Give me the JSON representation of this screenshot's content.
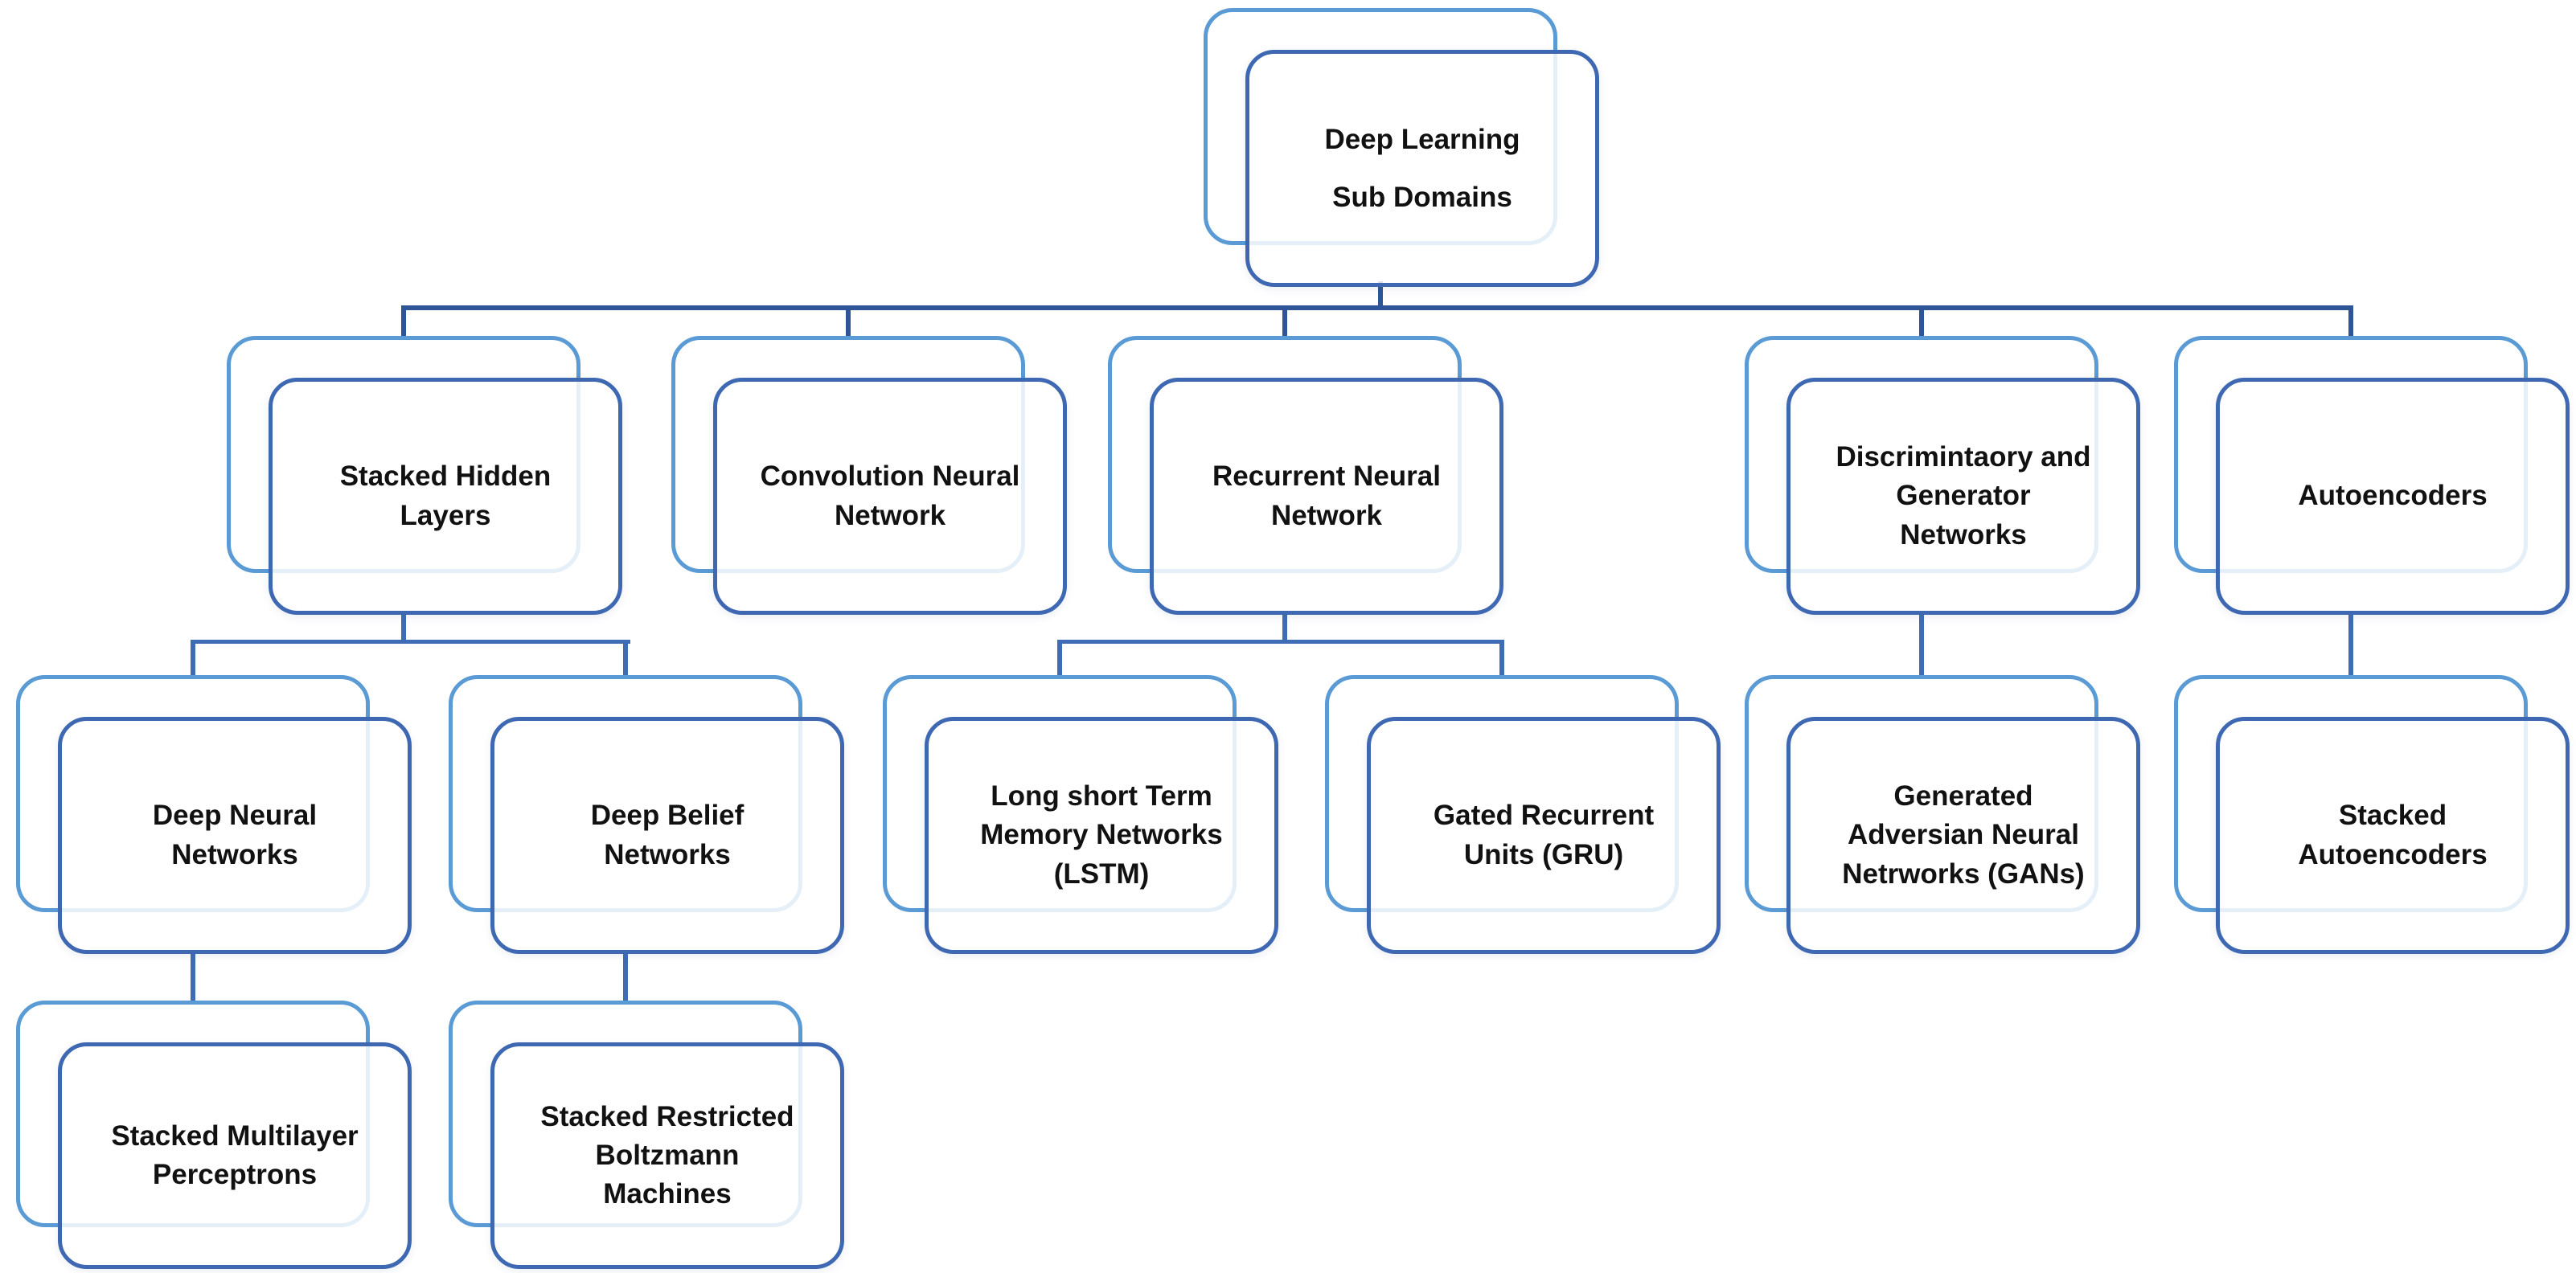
{
  "diagram": {
    "title": "Deep Learning Sub Domains",
    "type": "hierarchy-tree",
    "palette": {
      "back_card_border": "#5b9bd5",
      "front_card_border": "#3e68b2",
      "upper_connector": "#2e5597",
      "lower_connector": "#3e6cb5",
      "card_fill": "#ffffff",
      "text": "#111111"
    },
    "nodes": {
      "root": {
        "label": "Deep Learning\nSub Domains"
      },
      "shl": {
        "label": "Stacked Hidden\nLayers"
      },
      "cnn": {
        "label": "Convolution Neural\nNetwork"
      },
      "rnn": {
        "label": "Recurrent Neural\nNetwork"
      },
      "dgn": {
        "label": "Discrimintaory and\nGenerator\nNetworks"
      },
      "ae": {
        "label": "Autoencoders"
      },
      "dnn": {
        "label": "Deep Neural\nNetworks"
      },
      "dbn": {
        "label": "Deep Belief\nNetworks"
      },
      "lstm": {
        "label": "Long short Term\nMemory Networks\n(LSTM)"
      },
      "gru": {
        "label": "Gated Recurrent\nUnits (GRU)"
      },
      "gan": {
        "label": "Generated\nAdversian Neural\nNetrworks (GANs)"
      },
      "sae": {
        "label": "Stacked\nAutoencoders"
      },
      "smp": {
        "label": "Stacked Multilayer\nPerceptrons"
      },
      "srbm": {
        "label": "Stacked Restricted\nBoltzmann\nMachines"
      }
    },
    "edges": [
      {
        "from": "root",
        "to": "shl"
      },
      {
        "from": "root",
        "to": "cnn"
      },
      {
        "from": "root",
        "to": "rnn"
      },
      {
        "from": "root",
        "to": "dgn"
      },
      {
        "from": "root",
        "to": "ae"
      },
      {
        "from": "shl",
        "to": "dnn"
      },
      {
        "from": "shl",
        "to": "dbn"
      },
      {
        "from": "rnn",
        "to": "lstm"
      },
      {
        "from": "rnn",
        "to": "gru"
      },
      {
        "from": "dgn",
        "to": "gan"
      },
      {
        "from": "ae",
        "to": "sae"
      },
      {
        "from": "dnn",
        "to": "smp"
      },
      {
        "from": "dbn",
        "to": "srbm"
      }
    ]
  }
}
